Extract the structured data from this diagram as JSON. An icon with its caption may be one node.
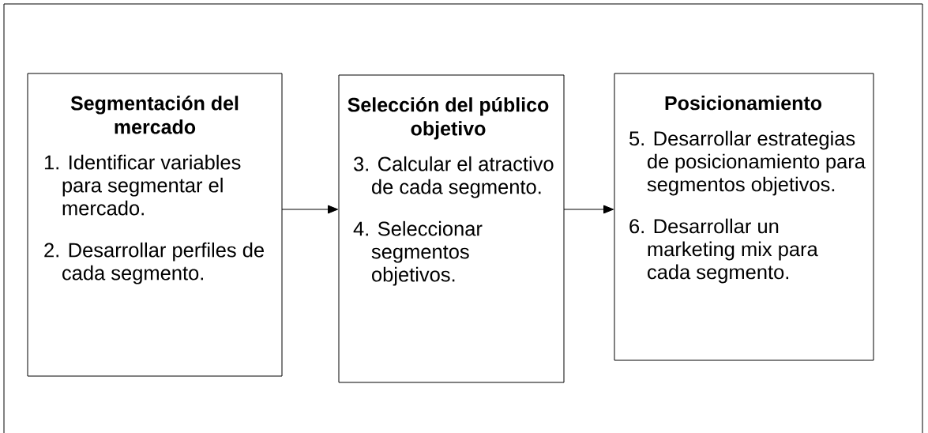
{
  "diagram": {
    "nodes": [
      {
        "text": [
          "Segmentación del mercado",
          "1. Identificar variables para segmentar el mercado.",
          "2. Desarrollar perfiles de cada segmento."
        ]
      },
      {
        "text": [
          "Selección del público objetivo",
          "3. Calcular el atractivo de cada segmento.",
          "4. Seleccionar segmentos objetivos."
        ]
      },
      {
        "text": [
          "Posicionamiento",
          "5. Desarrollar estrategias de posicionamiento para segmentos objetivos.",
          "6. Desarrollar un marketing mix para cada segmento."
        ]
      }
    ],
    "edges": [
      {
        "from": 0,
        "to": 1,
        "arrow": "to"
      },
      {
        "from": 1,
        "to": 2,
        "arrow": "to"
      }
    ]
  }
}
